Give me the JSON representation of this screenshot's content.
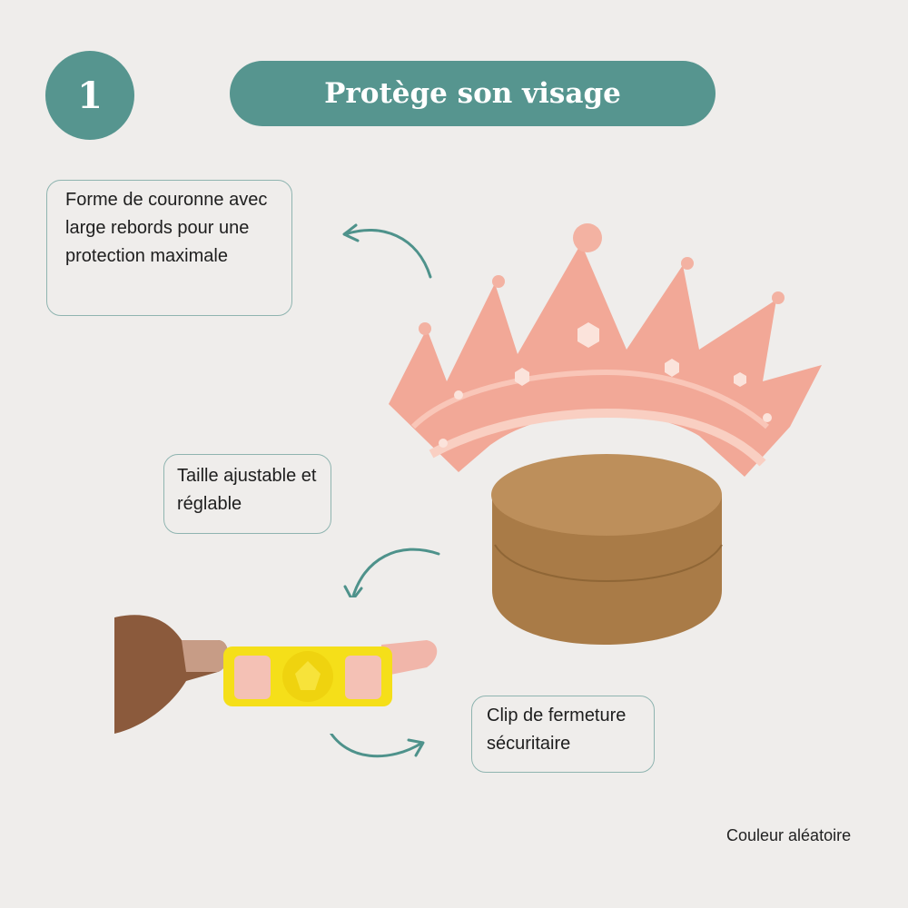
{
  "step": {
    "number": "1"
  },
  "title": "Protège son visage",
  "callouts": {
    "crown_shape": "Forme de couronne avec large rebords pour une protection maximale",
    "adjustable_size": "Taille ajustable et réglable",
    "safety_clip": "Clip de fermeture sécuritaire"
  },
  "footer_note": "Couleur aléatoire",
  "colors": {
    "accent": "#56958f",
    "background": "#efedeb",
    "crown_pink": "#f3a795",
    "box_kraft": "#b98a55",
    "clip_yellow": "#f5e01a"
  },
  "icons": [
    "curved-arrow-icon",
    "curved-arrow-icon",
    "curved-arrow-icon"
  ]
}
